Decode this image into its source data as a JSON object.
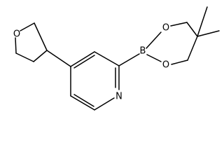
{
  "molecule": {
    "atom_labels": {
      "pyridine_n": "N",
      "boron": "B",
      "boronate_o_upper": "O",
      "boronate_o_lower": "O",
      "thf_o": "O"
    }
  }
}
